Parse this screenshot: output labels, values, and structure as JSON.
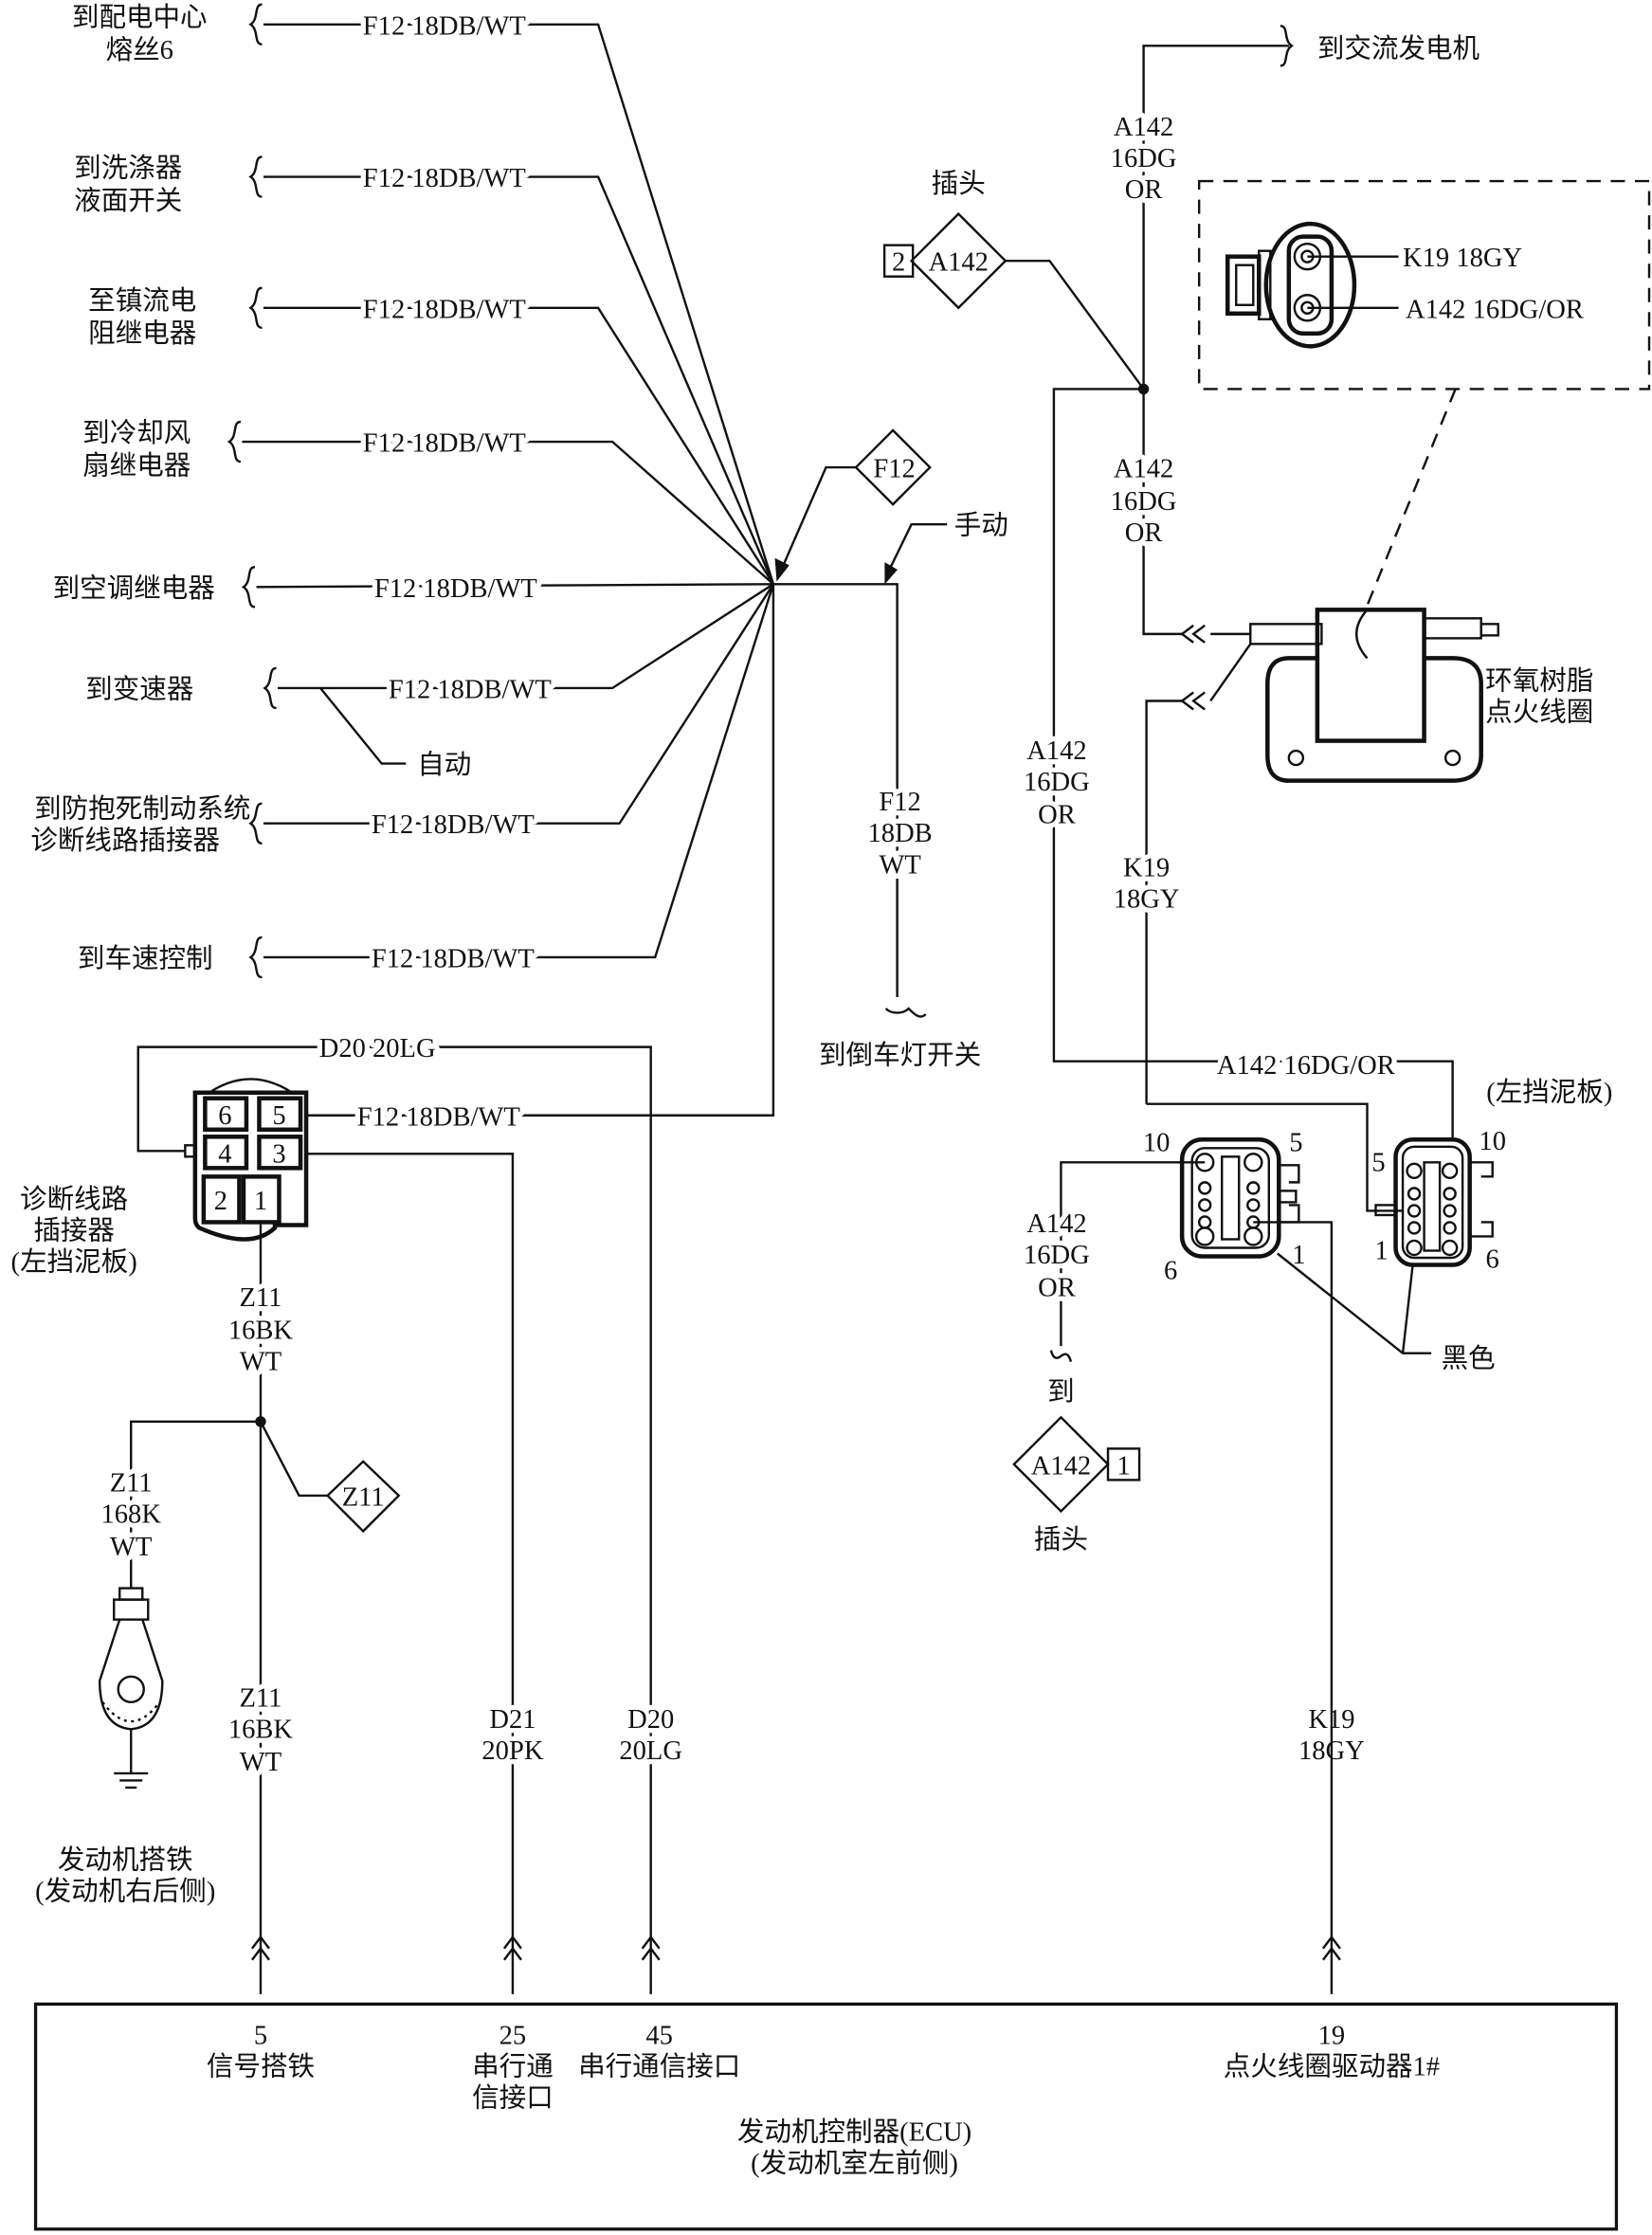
{
  "left_circuits": [
    {
      "dest": [
        "到配电中心",
        "熔丝6"
      ],
      "wire": "F12  18DB/WT"
    },
    {
      "dest": [
        "到洗涤器",
        "液面开关"
      ],
      "wire": "F12  18DB/WT"
    },
    {
      "dest": [
        "至镇流电",
        "阻继电器"
      ],
      "wire": "F12  18DB/WT"
    },
    {
      "dest": [
        "到冷却风",
        "扇继电器"
      ],
      "wire": "F12  18DB/WT"
    },
    {
      "dest": [
        "到空调继电器"
      ],
      "wire": "F12  18DB/WT"
    },
    {
      "dest": [
        "到变速器"
      ],
      "wire": "F12  18DB/WT",
      "note": "自动"
    },
    {
      "dest": [
        "到防抱死制动系统",
        "诊断线路插接器"
      ],
      "wire": "F12  18DB/WT"
    },
    {
      "dest": [
        "到车速控制"
      ],
      "wire": "F12  18DB/WT"
    }
  ],
  "f12_splice": {
    "tag": "F12",
    "manual": "手动",
    "wire": [
      "F12",
      "18DB",
      "WT"
    ],
    "dest": "到倒车灯开关"
  },
  "diag_connector": {
    "pins": [
      "6",
      "5",
      "4",
      "3",
      "2",
      "1"
    ],
    "label": [
      "诊断线路",
      "插接器",
      "(左挡泥板)"
    ],
    "wire_top": "D20  20LG",
    "wire_pin5": "F12  18DB/WT",
    "wire_pin1": [
      "Z11",
      "16BK",
      "WT"
    ]
  },
  "ground": {
    "tag": "Z11",
    "wire": [
      "Z11",
      "168K",
      "WT"
    ],
    "label": [
      "发动机搭铁",
      "(发动机右后侧)"
    ],
    "wire_lower": [
      "Z11",
      "16BK",
      "WT"
    ]
  },
  "wires_lower": {
    "d21": [
      "D21",
      "20PK"
    ],
    "d20": [
      "D20",
      "20LG"
    ],
    "k19": [
      "K19",
      "18GY"
    ]
  },
  "alternator": {
    "dest": "到交流发电机",
    "wire": [
      "A142",
      "16DG",
      "OR"
    ]
  },
  "plug_top": {
    "label": "插头",
    "pin": "2",
    "tag": "A142"
  },
  "wire_a142_mid": [
    "A142",
    "16DG",
    "OR"
  ],
  "wire_a142_left": [
    "A142",
    "16DG",
    "OR"
  ],
  "wire_k19": [
    "K19",
    "18GY"
  ],
  "wire_a142_h": "A142  16DG/OR",
  "inset": {
    "k19": "K19  18GY",
    "a142": "A142 16DG/OR"
  },
  "coil": {
    "label": [
      "环氧树脂",
      "点火线圈"
    ]
  },
  "c_connectors": {
    "left_pins": [
      "10",
      "5",
      "6",
      "1"
    ],
    "right_pins": [
      "5",
      "10",
      "1",
      "6"
    ],
    "location": "(左挡泥板)",
    "color": "黑色"
  },
  "plug_bottom": {
    "wire": [
      "A142",
      "16DG",
      "OR"
    ],
    "to": "到",
    "tag": "A142",
    "pin": "1",
    "label": "插头"
  },
  "ecu": {
    "title": "发动机控制器(ECU)",
    "location": "(发动机室左前侧)",
    "pins": [
      {
        "num": "5",
        "name": [
          "信号搭铁"
        ]
      },
      {
        "num": "25",
        "name": [
          "串行通",
          "信接口"
        ]
      },
      {
        "num": "45",
        "name": [
          "串行通信接口"
        ]
      },
      {
        "num": "19",
        "name": [
          "点火线圈驱动器1#"
        ]
      }
    ]
  }
}
